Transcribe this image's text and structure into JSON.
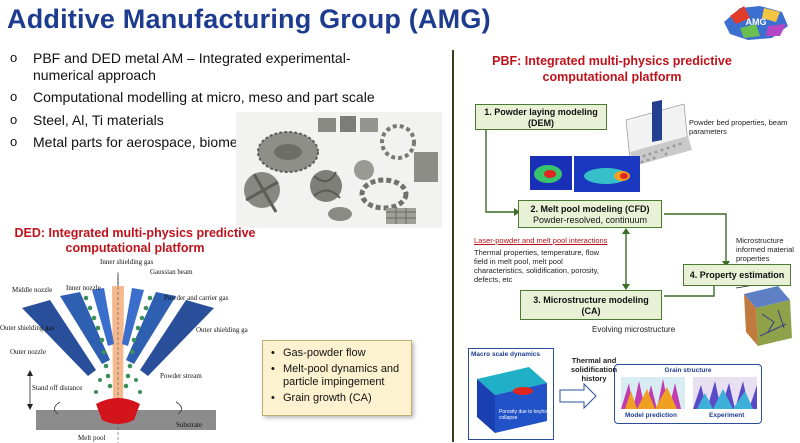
{
  "title": "Additive Manufacturing Group (AMG)",
  "logo_text": "AMG",
  "bullets": [
    "PBF and DED metal AM – Integrated experimental-numerical approach",
    "Computational modelling at micro, meso and part scale",
    "Steel, Al, Ti materials",
    "Metal parts for aerospace, biomedical applications"
  ],
  "bullet_marker": "o",
  "ded": {
    "title": "DED: Integrated multi-physics predictive computational platform",
    "figure_labels": {
      "middle_nozzle": "Middle nozzle",
      "inner_nozzle": "Inner nozzle",
      "inner_shielding_gas": "Inner shielding gas",
      "gaussian_beam": "Gaussian beam",
      "powder_carrier_gas": "Powder and carrier gas",
      "outer_shielding_gas_left": "Outer shielding gas",
      "outer_shielding_gas_right": "Outer shielding gas",
      "outer_nozzle": "Outer nozzle",
      "powder_stream": "Powder stream",
      "stand_off": "Stand off distance",
      "melt_pool": "Melt pool",
      "substrate": "Substrate"
    },
    "box_items": [
      "Gas-powder flow",
      "Melt-pool dynamics and particle impingement",
      "Grain growth (CA)"
    ]
  },
  "pbf": {
    "title": "PBF: Integrated multi-physics predictive computational platform",
    "box1": {
      "title": "1. Powder laying modeling",
      "sub": "(DEM)"
    },
    "box2": {
      "title": "2. Melt pool modeling (CFD)",
      "sub": "Powder-resolved, continuum"
    },
    "box3": {
      "title": "3. Microstructure modeling",
      "sub": "(CA)"
    },
    "box4": {
      "title": "4. Property estimation"
    },
    "powder_bed_label": "Powder bed properties, beam parameters",
    "interaction_title": "Laser-powder and melt pool interactions",
    "interaction_text": "Thermal properties, temperature, flow field in melt pool, melt pool characteristics, solidification, porosity, defects, etc",
    "micro_label": "Microstructure informed material properties",
    "evolving": "Evolving microstructure",
    "macro_title": "Macro scale dynamics",
    "macro_note": "Porosity due to keyhole collapse",
    "thermal_history": "Thermal and solidification history",
    "grain_title": "Grain structure",
    "model_prediction": "Model prediction",
    "experiment": "Experiment"
  },
  "colors": {
    "title_blue": "#1d3c8f",
    "red_heading": "#c0121b",
    "green_box_fill": "#e8f1d6",
    "green_box_border": "#4c7a33",
    "ded_box_fill": "#fdf2cf"
  }
}
